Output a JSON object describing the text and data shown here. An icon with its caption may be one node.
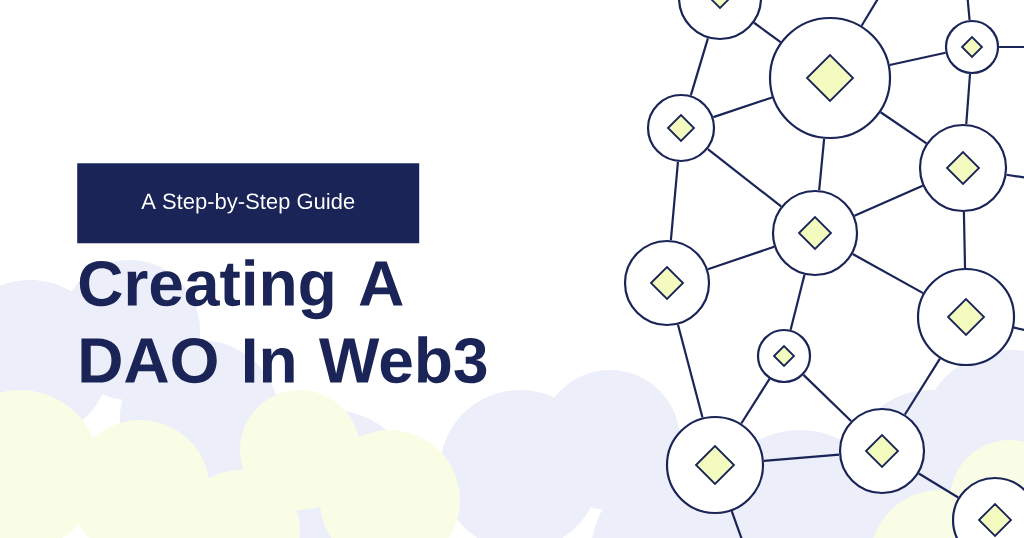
{
  "diagram": {
    "title": "Creating A DAO In Web3",
    "nodes": [
      {
        "text": [
          "A Step-by-Step Guide"
        ]
      },
      {
        "text": [],
        "shape": "circle"
      },
      {
        "text": [],
        "shape": "circle"
      },
      {
        "text": [],
        "shape": "circle"
      },
      {
        "text": [],
        "shape": "circle"
      },
      {
        "text": [],
        "shape": "circle"
      },
      {
        "text": [],
        "shape": "circle"
      },
      {
        "text": [],
        "shape": "circle"
      },
      {
        "text": [],
        "shape": "circle"
      },
      {
        "text": [],
        "shape": "circle"
      },
      {
        "text": [],
        "shape": "circle"
      },
      {
        "text": [],
        "shape": "circle"
      },
      {
        "text": [],
        "shape": "circle"
      }
    ],
    "edges": [
      {
        "from": 1,
        "to": 2,
        "arrow": "none"
      },
      {
        "from": 2,
        "to": null,
        "arrow": "none"
      },
      {
        "from": 3,
        "to": null,
        "arrow": "none"
      },
      {
        "from": 3,
        "to": null,
        "arrow": "none"
      },
      {
        "from": 1,
        "to": 4,
        "arrow": "none"
      },
      {
        "from": 4,
        "to": 2,
        "arrow": "none"
      },
      {
        "from": 2,
        "to": 3,
        "arrow": "none"
      },
      {
        "from": 3,
        "to": 5,
        "arrow": "none"
      },
      {
        "from": 2,
        "to": 5,
        "arrow": "none"
      },
      {
        "from": 5,
        "to": null,
        "arrow": "none"
      },
      {
        "from": 4,
        "to": 6,
        "arrow": "none"
      },
      {
        "from": 2,
        "to": 6,
        "arrow": "none"
      },
      {
        "from": 6,
        "to": 5,
        "arrow": "none"
      },
      {
        "from": 4,
        "to": 7,
        "arrow": "none"
      },
      {
        "from": 6,
        "to": 7,
        "arrow": "none"
      },
      {
        "from": 5,
        "to": 8,
        "arrow": "none"
      },
      {
        "from": 6,
        "to": 8,
        "arrow": "none"
      },
      {
        "from": 8,
        "to": null,
        "arrow": "none"
      },
      {
        "from": 6,
        "to": 9,
        "arrow": "none"
      },
      {
        "from": 7,
        "to": 10,
        "arrow": "none"
      },
      {
        "from": 9,
        "to": 10,
        "arrow": "none"
      },
      {
        "from": 9,
        "to": 11,
        "arrow": "none"
      },
      {
        "from": 8,
        "to": 11,
        "arrow": "none"
      },
      {
        "from": 10,
        "to": 11,
        "arrow": "none"
      },
      {
        "from": 10,
        "to": null,
        "arrow": "none"
      },
      {
        "from": 11,
        "to": 12,
        "arrow": "none"
      }
    ]
  }
}
